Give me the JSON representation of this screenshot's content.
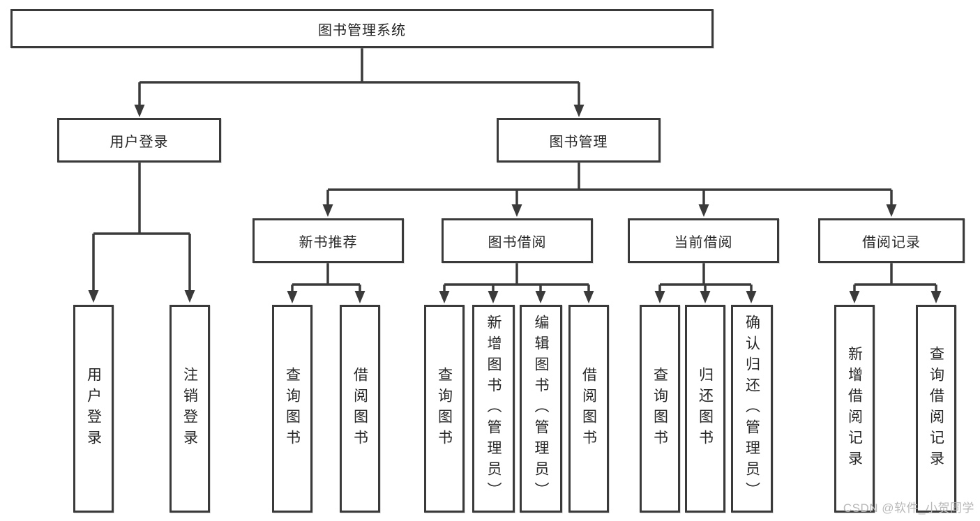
{
  "tree": {
    "root": {
      "label": "图书管理系统"
    },
    "children": [
      {
        "label": "用户登录",
        "children": [
          {
            "label": "用户登录"
          },
          {
            "label": "注销登录"
          }
        ]
      },
      {
        "label": "图书管理",
        "children": [
          {
            "label": "新书推荐",
            "children": [
              {
                "label": "查询图书"
              },
              {
                "label": "借阅图书"
              }
            ]
          },
          {
            "label": "图书借阅",
            "children": [
              {
                "label": "查询图书"
              },
              {
                "label": "新增图书（管理员）"
              },
              {
                "label": "编辑图书（管理员）"
              },
              {
                "label": "借阅图书"
              }
            ]
          },
          {
            "label": "当前借阅",
            "children": [
              {
                "label": "查询图书"
              },
              {
                "label": "归还图书"
              },
              {
                "label": "确认归还（管理员）"
              }
            ]
          },
          {
            "label": "借阅记录",
            "children": [
              {
                "label": "新增借阅记录"
              },
              {
                "label": "查询借阅记录"
              }
            ]
          }
        ]
      }
    ]
  },
  "watermark": {
    "text": "CSDN @软件_小贺同学"
  },
  "colors": {
    "line": "#3a3a3a",
    "text": "#262626",
    "background": "#ffffff",
    "watermark": "#b8b8b8"
  }
}
